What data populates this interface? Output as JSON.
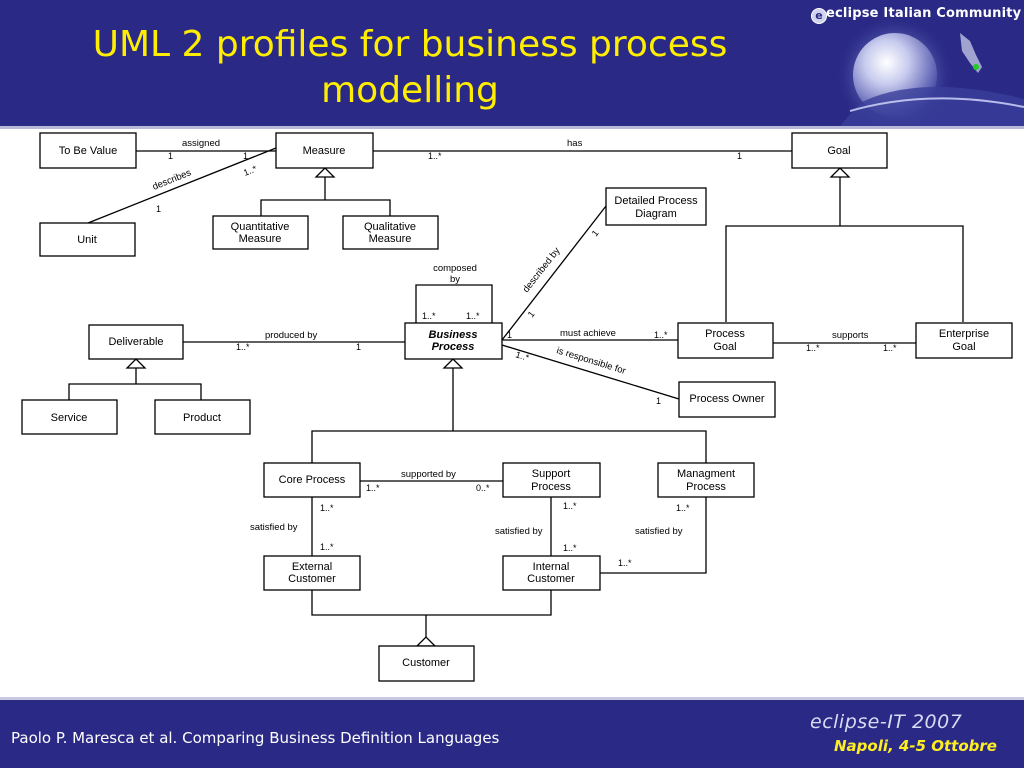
{
  "slide": {
    "title": "UML 2 profiles for business process modelling",
    "brand": "eclipse Italian Community",
    "brand_logo": "e",
    "footer_text": "Paolo P. Maresca et al. Comparing Business Definition Languages",
    "event_name": "eclipse-IT 2007",
    "event_date": "Napoli, 4-5 Ottobre"
  },
  "diagram": {
    "classes": {
      "to_be_value": "To Be Value",
      "measure": "Measure",
      "goal": "Goal",
      "unit": "Unit",
      "quantitative_measure": [
        "Quantitative",
        "Measure"
      ],
      "qualitative_measure": [
        "Qualitative",
        "Measure"
      ],
      "detailed_process_diagram": [
        "Detailed Process",
        "Diagram"
      ],
      "deliverable": "Deliverable",
      "business_process": [
        "Business",
        "Process"
      ],
      "process_goal": [
        "Process",
        "Goal"
      ],
      "enterprise_goal": [
        "Enterprise",
        "Goal"
      ],
      "service": "Service",
      "product": "Product",
      "process_owner": "Process Owner",
      "core_process": "Core Process",
      "support_process": [
        "Support",
        "Process"
      ],
      "managment_process": [
        "Managment",
        "Process"
      ],
      "external_customer": [
        "External",
        "Customer"
      ],
      "internal_customer": [
        "Internal",
        "Customer"
      ],
      "customer": "Customer"
    },
    "associations": {
      "assigned": "assigned",
      "has": "has",
      "describes": "describes",
      "composed_by": [
        "composed",
        "by"
      ],
      "described_by": "described by",
      "produced_by": "produced by",
      "must_achieve": "must  achieve",
      "supports": "supports",
      "is_responsible_for": "is responsible for",
      "supported_by": "supported by",
      "satisfied_by": "satisfied by"
    },
    "multiplicities": {
      "one": "1",
      "one_many": "1..*",
      "zero_many": "0..*"
    }
  }
}
